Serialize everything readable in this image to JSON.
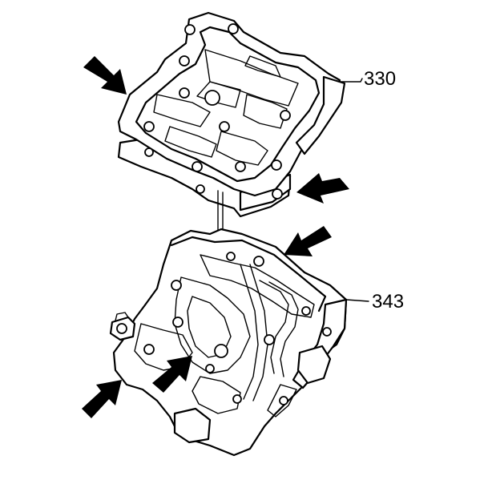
{
  "callouts": {
    "upper_part": "330",
    "lower_part": "343"
  },
  "colors": {
    "line": "#000000",
    "background": "#ffffff"
  },
  "arrows": [
    {
      "name": "arrow-upper-left"
    },
    {
      "name": "arrow-upper-right"
    },
    {
      "name": "arrow-lower-top-right"
    },
    {
      "name": "arrow-lower-center"
    },
    {
      "name": "arrow-lower-left"
    }
  ]
}
